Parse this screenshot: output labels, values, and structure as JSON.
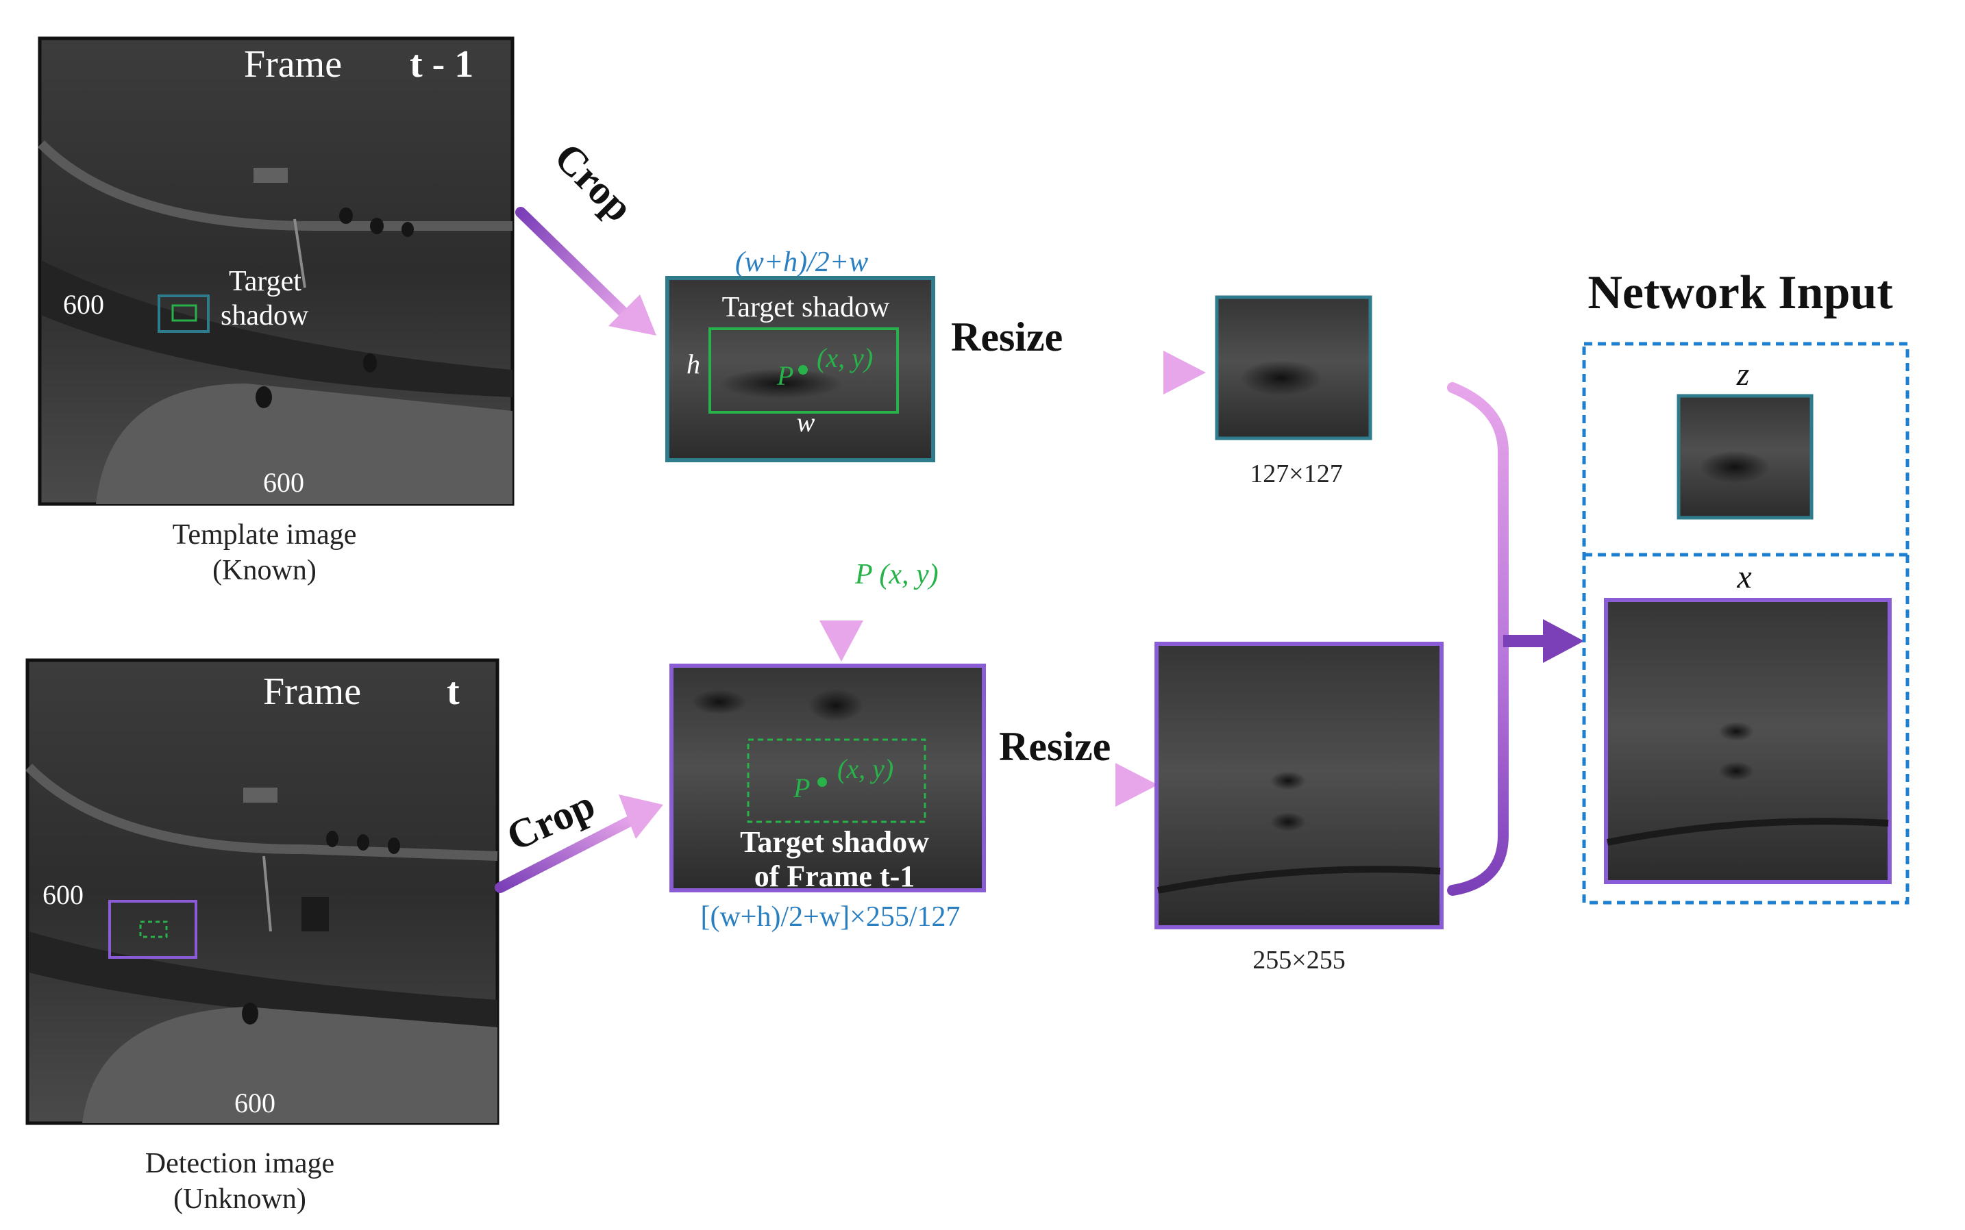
{
  "frame_top": {
    "title_word": "Frame",
    "title_index": "t - 1",
    "width_label": "600",
    "height_label": "600",
    "box_label_line1": "Target",
    "box_label_line2": "shadow",
    "caption_line1": "Template image",
    "caption_line2": "(Known)"
  },
  "frame_bottom": {
    "title_word": "Frame",
    "title_index": "t",
    "width_label": "600",
    "height_label": "600",
    "caption_line1": "Detection image",
    "caption_line2": "(Unknown)"
  },
  "crop_top": {
    "arrow_label": "Crop",
    "size_formula": "(w+h)/2+w",
    "title": "Target shadow",
    "h_label": "h",
    "w_label": "w",
    "point_label": "P",
    "coord_label": "(x, y)"
  },
  "crop_bottom": {
    "arrow_label": "Crop",
    "size_formula": "[(w+h)/2+w]×255/127",
    "title_line1": "Target shadow",
    "title_line2": "of Frame t-1",
    "point_label": "P",
    "coord_label": "(x, y)"
  },
  "transfer_arrow": {
    "label": "P (x, y)"
  },
  "resize_top": {
    "label": "Resize",
    "size_label": "127×127"
  },
  "resize_bottom": {
    "label": "Resize",
    "size_label": "255×255"
  },
  "network_input": {
    "title": "Network Input",
    "z_label": "z",
    "x_label": "x"
  },
  "colors": {
    "teal_border": "#2e7b8c",
    "purple_border": "#8a5cd6",
    "green": "#27b24a",
    "blue_text": "#2a7fc1",
    "arrow_dark": "#7b3fb8",
    "arrow_light": "#e7a6ea",
    "dashed_blue": "#1e7fd0"
  }
}
